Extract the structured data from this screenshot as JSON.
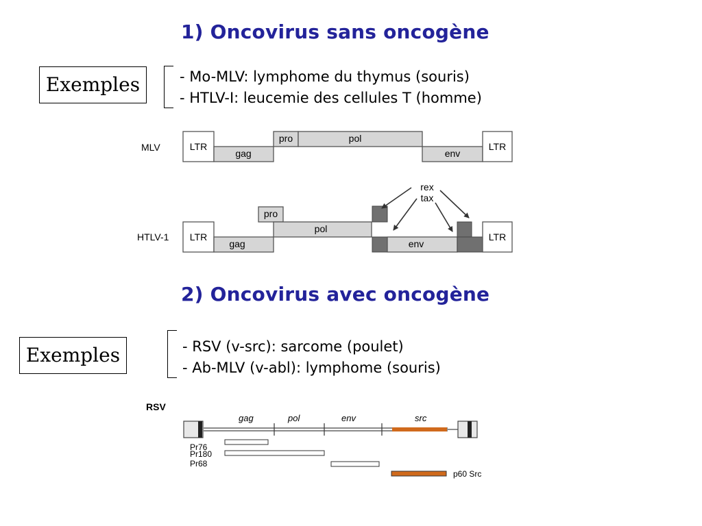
{
  "section1": {
    "heading": "1) Oncovirus sans oncogène",
    "examples_label": "Exemples",
    "examples": [
      "- Mo-MLV: lymphome du thymus (souris)",
      "- HTLV-I: leucemie des cellules T (homme)"
    ]
  },
  "section2": {
    "heading": "2) Oncovirus avec oncogène",
    "examples_label": "Exemples",
    "examples": [
      "- RSV (v-src): sarcome (poulet)",
      "- Ab-MLV (v-abl): lymphome (souris)"
    ]
  },
  "mlv": {
    "label": "MLV",
    "ltr_left": "LTR",
    "gag": "gag",
    "pro": "pro",
    "pol": "pol",
    "env": "env",
    "ltr_right": "LTR"
  },
  "htlv": {
    "label": "HTLV-1",
    "ltr_left": "LTR",
    "gag": "gag",
    "pro": "pro",
    "pol": "pol",
    "env": "env",
    "ltr_right": "LTR",
    "rex": "rex",
    "tax": "tax"
  },
  "rsv": {
    "label": "RSV",
    "gag": "gag",
    "pol": "pol",
    "env": "env",
    "src": "src",
    "products": [
      "Pr76",
      "Pr180",
      "Pr68"
    ],
    "p60_label": "p60 Src"
  },
  "colors": {
    "heading": "#23239a",
    "gene_fill": "#d6d6d6",
    "accessory_fill": "#707070",
    "src_fill": "#d06a1c"
  }
}
